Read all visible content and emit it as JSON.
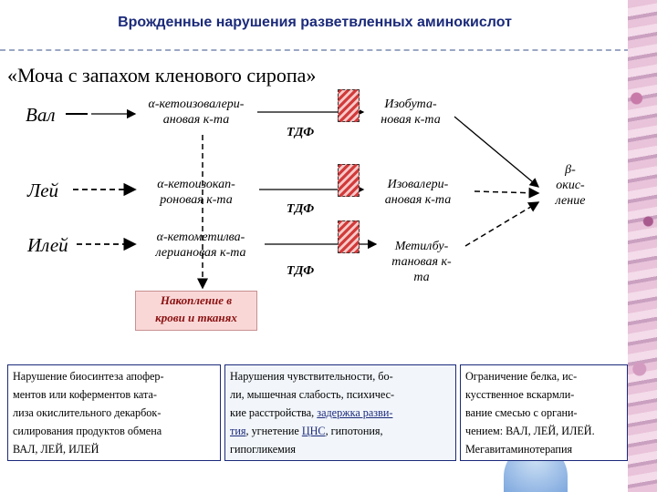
{
  "header": {
    "title": "Врожденные нарушения разветвленных аминокислот"
  },
  "subtitle": "«Моча с запахом кленового сиропа»",
  "diagram": {
    "amino_acids": [
      "Вал",
      "Лей",
      "Илей"
    ],
    "keto_acids": [
      [
        "α-кетоизовалери-",
        "ановая к-та"
      ],
      [
        "α-кетоизокап-",
        "роновая к-та"
      ],
      [
        "α-кетометилва-",
        "лериановая к-та"
      ]
    ],
    "cofactor": "ТДФ",
    "products": [
      [
        "Изобута-",
        "новая к-та"
      ],
      [
        "Изовалери-",
        "ановая к-та"
      ],
      [
        "Метилбу-",
        "тановая к-",
        "та"
      ]
    ],
    "beta_oxidation": [
      "β-",
      "окис-",
      "ление"
    ],
    "accumulation": [
      "Накопление в",
      "крови и тканях"
    ]
  },
  "info": {
    "cause": [
      "Нарушение биосинтеза апофер-",
      "ментов или коферментов ката-",
      "лиза окислительного декарбок-",
      "силирования продуктов обмена",
      "ВАЛ, ЛЕЙ, ИЛЕЙ"
    ],
    "symptoms": {
      "l1": "Нарушения чувствительности, бо-",
      "l2": "ли, мышечная слабость, психичес-",
      "l3a": "кие расстройства, ",
      "l3link": "задержка разви-",
      "l4link": "тия",
      "l4b": ", угнетение ",
      "l4link2": "ЦНС",
      "l4c": ", гипотония,",
      "l5": "гипогликемия"
    },
    "treatment": [
      "Ограничение белка, ис-",
      "кусственное вскармли-",
      "вание смесью с органи-",
      "чением: ВАЛ, ЛЕЙ, ИЛЕЙ.",
      "Мегавитаминотерапия"
    ]
  }
}
